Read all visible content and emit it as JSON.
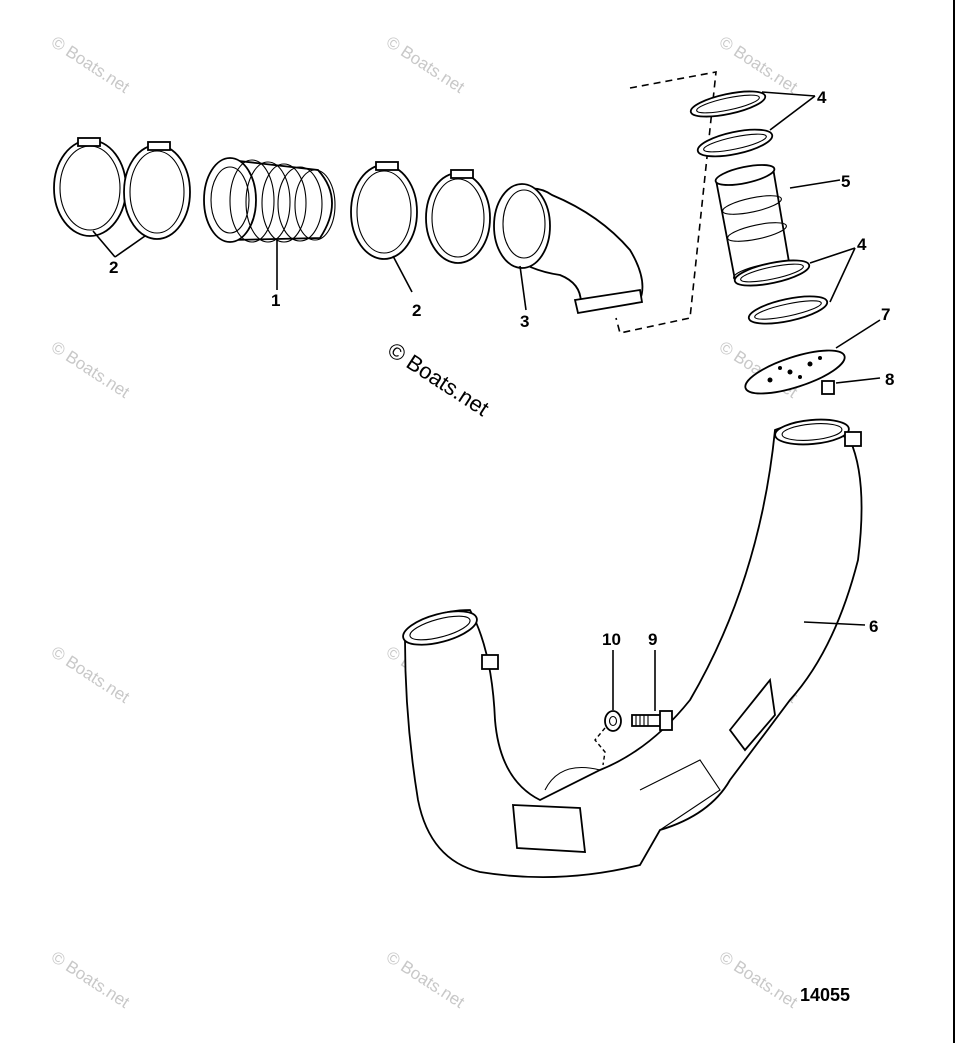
{
  "diagram": {
    "figure_number": "14055",
    "watermark_center": "© Boats.net",
    "watermark_tile": "© Boats.net",
    "callouts": [
      {
        "id": "c1",
        "text": "1"
      },
      {
        "id": "c2a",
        "text": "2"
      },
      {
        "id": "c2b",
        "text": "2"
      },
      {
        "id": "c3",
        "text": "3"
      },
      {
        "id": "c4a",
        "text": "4"
      },
      {
        "id": "c4b",
        "text": "4"
      },
      {
        "id": "c5",
        "text": "5"
      },
      {
        "id": "c6",
        "text": "6"
      },
      {
        "id": "c7",
        "text": "7"
      },
      {
        "id": "c8",
        "text": "8"
      },
      {
        "id": "c9",
        "text": "9"
      },
      {
        "id": "c10",
        "text": "10"
      }
    ]
  }
}
